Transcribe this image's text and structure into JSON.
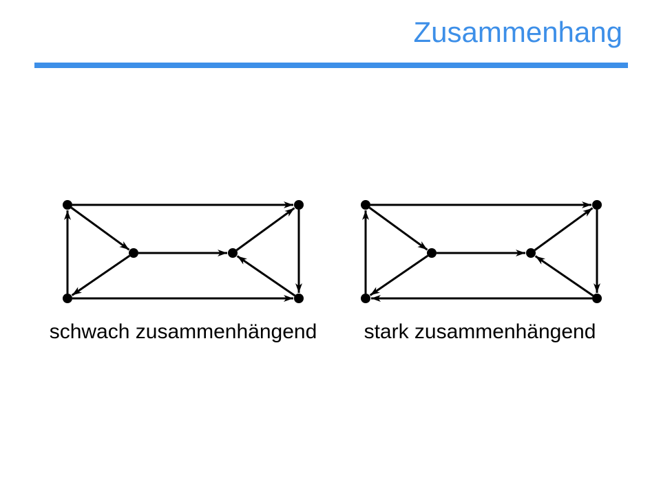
{
  "slide": {
    "title": "Zusammenhang",
    "accent_color": "#3d8fe8",
    "rule_color": "#3d8fe8"
  },
  "graphs": [
    {
      "caption": "schwach zusammenhängend",
      "nodes": [
        "top-left",
        "mid-left",
        "mid-right",
        "top-right",
        "bottom-left",
        "bottom-right"
      ],
      "edges": [
        [
          "top-left",
          "top-right"
        ],
        [
          "top-left",
          "mid-left"
        ],
        [
          "mid-left",
          "bottom-left"
        ],
        [
          "bottom-left",
          "top-left"
        ],
        [
          "mid-left",
          "mid-right"
        ],
        [
          "mid-right",
          "top-right"
        ],
        [
          "top-right",
          "bottom-right"
        ],
        [
          "bottom-right",
          "mid-right"
        ],
        [
          "bottom-left",
          "bottom-right"
        ]
      ]
    },
    {
      "caption": "stark zusammenhängend",
      "nodes": [
        "top-left",
        "mid-left",
        "mid-right",
        "top-right",
        "bottom-left",
        "bottom-right"
      ],
      "edges": [
        [
          "top-left",
          "top-right"
        ],
        [
          "top-left",
          "mid-left"
        ],
        [
          "mid-left",
          "bottom-left"
        ],
        [
          "bottom-left",
          "top-left"
        ],
        [
          "mid-left",
          "mid-right"
        ],
        [
          "mid-right",
          "top-right"
        ],
        [
          "top-right",
          "bottom-right"
        ],
        [
          "bottom-right",
          "mid-right"
        ],
        [
          "bottom-right",
          "bottom-left"
        ]
      ]
    }
  ]
}
